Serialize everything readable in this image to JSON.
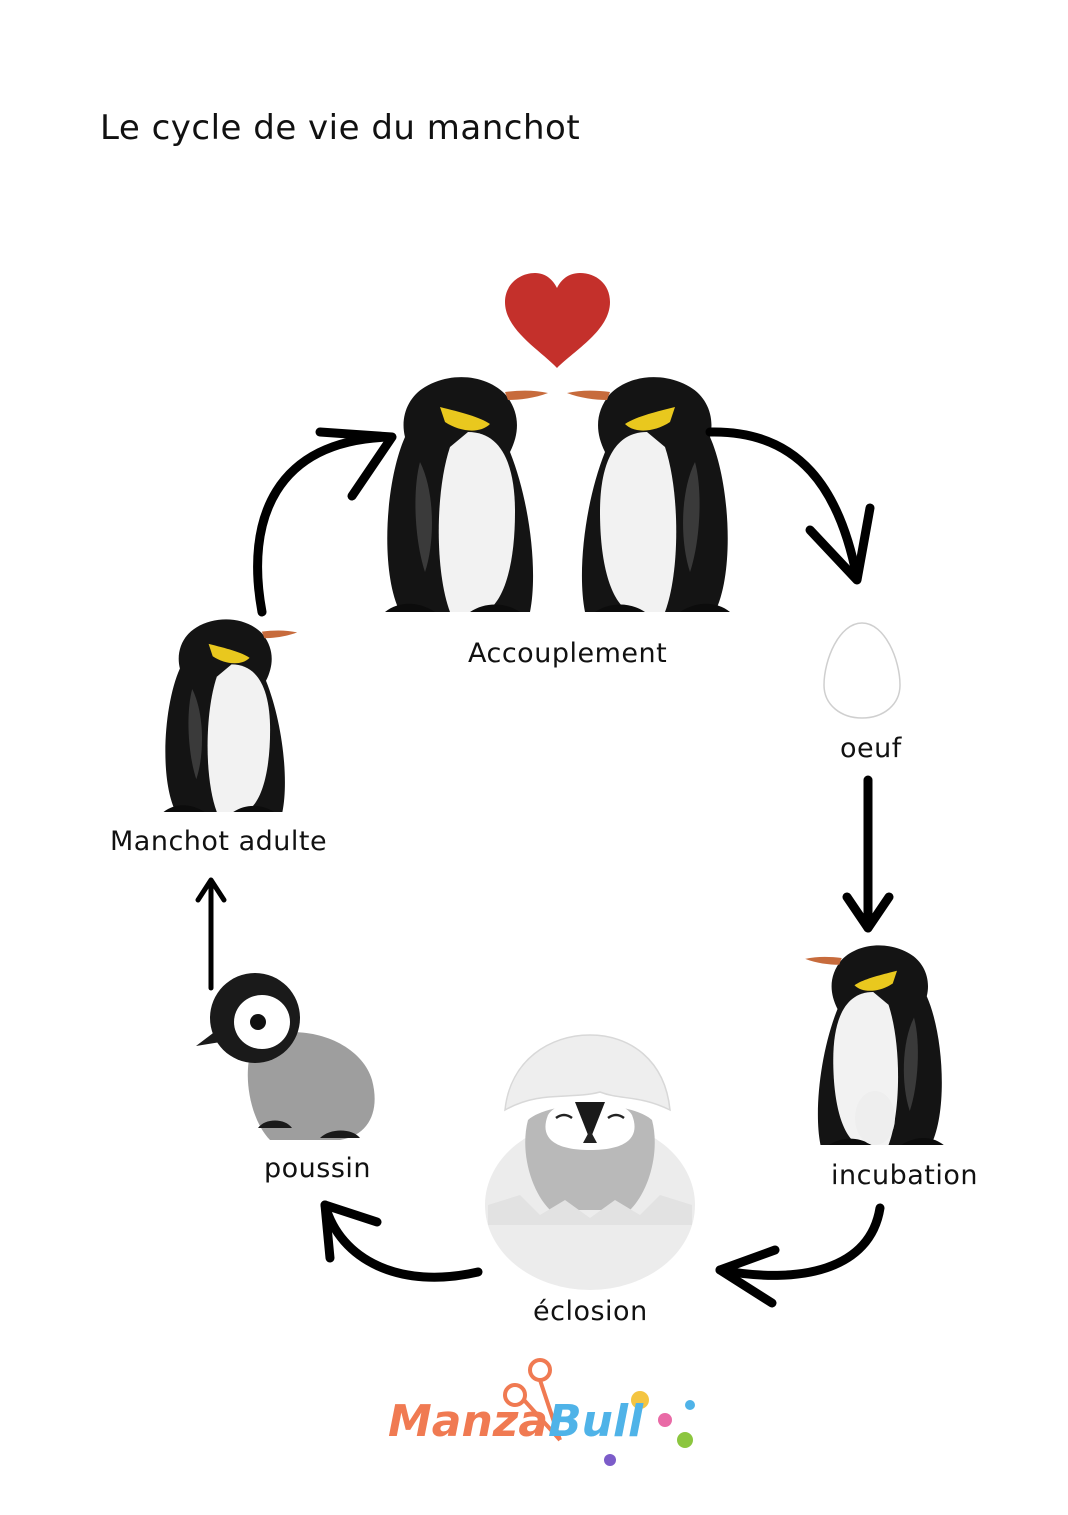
{
  "title": "Le cycle de vie du manchot",
  "stages": {
    "mating": "Accouplement",
    "egg": "oeuf",
    "incubation": "incubation",
    "hatching": "éclosion",
    "chick": "poussin",
    "adult": "Manchot adulte"
  },
  "logo": {
    "part1": "Manza",
    "part2": "Bull"
  },
  "colors": {
    "heart": "#c4302b",
    "penguin_body": "#141414",
    "penguin_belly": "#f2f2f2",
    "penguin_collar": "#e9c81e",
    "beak": "#c76b3c",
    "chick_body": "#9e9e9e",
    "arrow": "#000000"
  },
  "icons": [
    "heart-icon",
    "adult-penguin-icon",
    "egg-icon",
    "hatching-chick-icon",
    "chick-icon",
    "logo-scissors-icon"
  ]
}
